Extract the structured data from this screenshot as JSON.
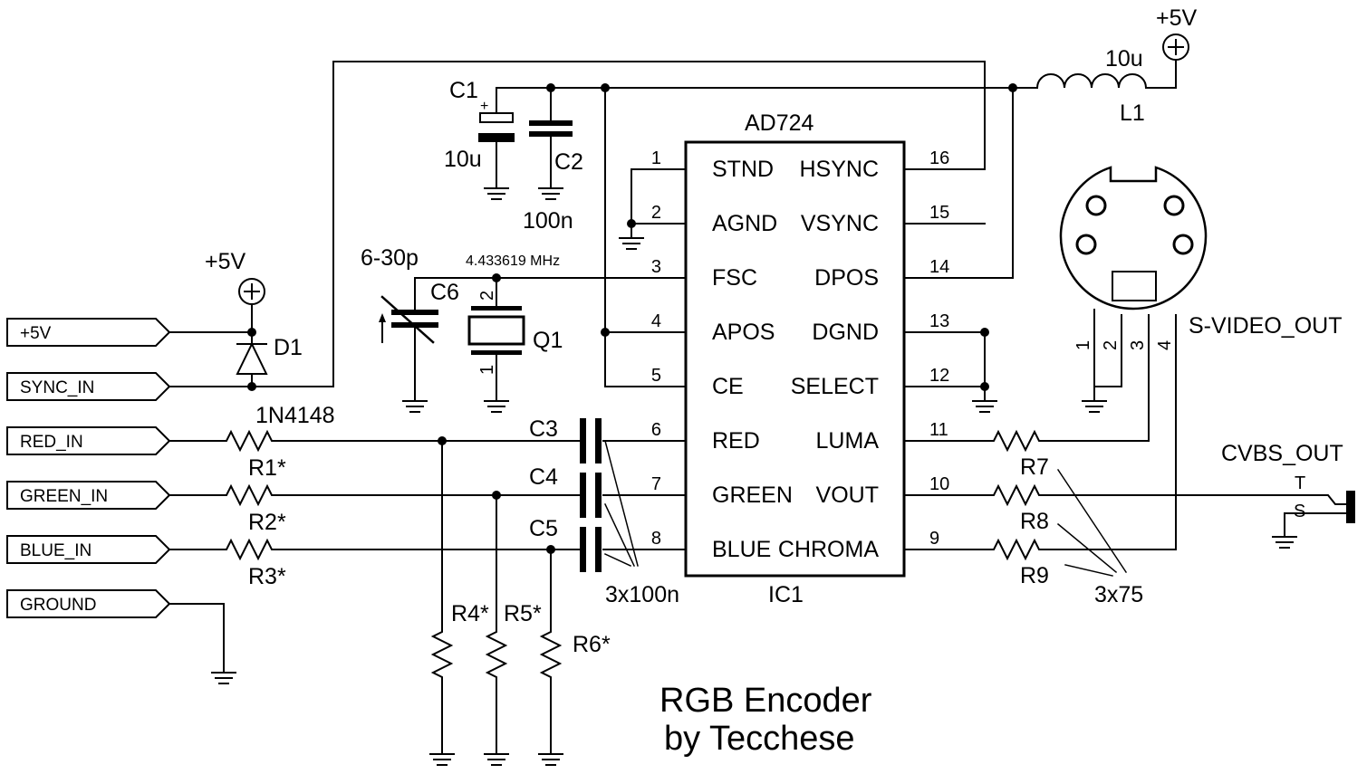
{
  "title": {
    "line1": "RGB Encoder",
    "line2": "by Tecchese"
  },
  "ic": {
    "part": "AD724",
    "ref": "IC1",
    "left_pins": [
      {
        "num": "1",
        "name": "STND"
      },
      {
        "num": "2",
        "name": "AGND"
      },
      {
        "num": "3",
        "name": "FSC"
      },
      {
        "num": "4",
        "name": "APOS"
      },
      {
        "num": "5",
        "name": "CE"
      },
      {
        "num": "6",
        "name": "RED"
      },
      {
        "num": "7",
        "name": "GREEN"
      },
      {
        "num": "8",
        "name": "BLUE"
      }
    ],
    "right_pins": [
      {
        "num": "16",
        "name": "HSYNC"
      },
      {
        "num": "15",
        "name": "VSYNC"
      },
      {
        "num": "14",
        "name": "DPOS"
      },
      {
        "num": "13",
        "name": "DGND"
      },
      {
        "num": "12",
        "name": "SELECT"
      },
      {
        "num": "11",
        "name": "LUMA"
      },
      {
        "num": "10",
        "name": "VOUT"
      },
      {
        "num": "9",
        "name": "CHROMA"
      }
    ]
  },
  "ports": [
    "+5V",
    "SYNC_IN",
    "RED_IN",
    "GREEN_IN",
    "BLUE_IN",
    "GROUND"
  ],
  "supply": {
    "d1": "+5V",
    "l1": "+5V"
  },
  "components": {
    "c1": "C1",
    "c1_val": "10u",
    "c1_plus": "+",
    "c2": "C2",
    "c2_val": "100n",
    "c6": "C6",
    "c6_val": "6-30p",
    "q1": "Q1",
    "q1_freq": "4.433619 MHz",
    "q1_pin1": "1",
    "q1_pin2": "2",
    "l1": "L1",
    "l1_val": "10u",
    "d1": "D1",
    "d1_val": "1N4148",
    "r1": "R1*",
    "r2": "R2*",
    "r3": "R3*",
    "r4": "R4*",
    "r5": "R5*",
    "r6": "R6*",
    "c3": "C3",
    "c4": "C4",
    "c5": "C5",
    "c345_val": "3x100n",
    "r7": "R7",
    "r8": "R8",
    "r9": "R9",
    "r789_val": "3x75"
  },
  "svideo": {
    "label": "S-VIDEO_OUT",
    "pins": [
      "1",
      "2",
      "3",
      "4"
    ]
  },
  "cvbs": {
    "label": "CVBS_OUT",
    "t": "T",
    "s": "S"
  }
}
